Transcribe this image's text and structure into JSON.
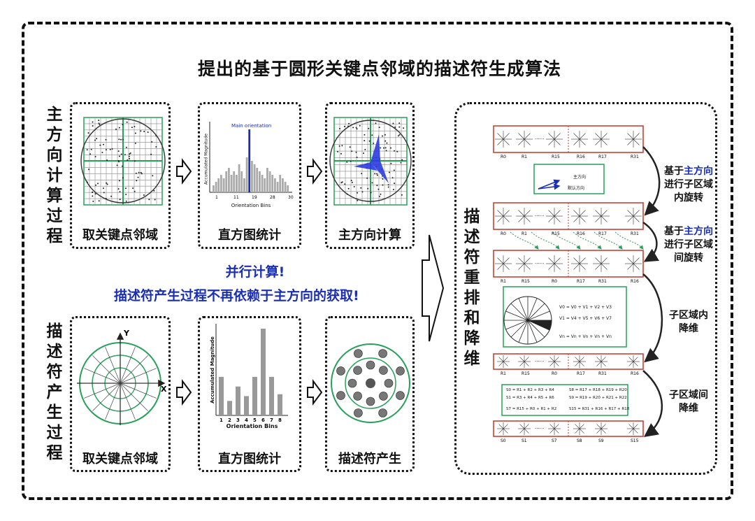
{
  "title": "提出的基于圆形关键点邻域的描述符生成算法",
  "row_top_label": "主方向计算过程",
  "row_bottom_label": "描述符产生过程",
  "top_captions": [
    "取关键点邻域",
    "直方图统计",
    "主方向计算"
  ],
  "bottom_captions": [
    "取关键点邻域",
    "直方图统计",
    "描述符产生"
  ],
  "middle_text_1": "并行计算!",
  "middle_text_2": "描述符产生过程不再依赖于主方向的获取!",
  "right_vertical_label": "描述符重排和降维",
  "right_labels": {
    "l1_prefix": "基于",
    "l1_hl": "主方向",
    "l1_line2": "进行子区域",
    "l1_line3": "内旋转",
    "l2_prefix": "基于",
    "l2_hl": "主方向",
    "l2_line2": "进行子区域",
    "l2_line3": "间旋转",
    "l3_line1": "子区域内",
    "l3_line2": "降维",
    "l4_line1": "子区域间",
    "l4_line2": "降维"
  },
  "hist_top": {
    "main_orientation": "Main orientation",
    "ylabel": "Accumulated Magnitude",
    "xlabel": "Orientation Bins",
    "ticks": [
      "1",
      "11",
      "19",
      "28",
      "30"
    ],
    "values": [
      2,
      3,
      4,
      5,
      4,
      6,
      7,
      5,
      6,
      5,
      8,
      6,
      4,
      10,
      18,
      9,
      8,
      7,
      6,
      5,
      4,
      7,
      6,
      5,
      4,
      3,
      5,
      4,
      3,
      2
    ]
  },
  "hist_bottom": {
    "ylabel": "Accumulated Magnitude",
    "xlabel": "Orientation Bins",
    "categories": [
      "1",
      "2",
      "3",
      "4",
      "5",
      "6",
      "7",
      "8"
    ],
    "values": [
      4,
      1.5,
      3,
      2,
      4,
      9,
      4,
      2.2
    ]
  },
  "direction_box": {
    "main": "主方向",
    "default": "默认方向"
  },
  "row1_labels": [
    "R0",
    "R1",
    "R15",
    "R16",
    "R17",
    "R31"
  ],
  "row2_labels": [
    "R0",
    "R1",
    "R15",
    "R16",
    "R17",
    "R31"
  ],
  "row3_labels": [
    "R1",
    "R15",
    "R0",
    "R17",
    "R31",
    "R16"
  ],
  "row4_labels": [
    "R1",
    "R15",
    "R0",
    "R17",
    "R31",
    "R16"
  ],
  "row5_labels": [
    "S0",
    "S1",
    "S7",
    "S8",
    "S9",
    "S15"
  ],
  "formula_box": {
    "l1": "V0 = V0 + V1 + V2 + V3",
    "l2": "V1 = V4 + V5 + V6 + V7",
    "l3": "Vn = Vn + Vn + Vn + Vn"
  },
  "sum_box": {
    "l1a": "S0 = R1 + R2 + R3 + R4",
    "l2a": "S1 = R3 + R4 + R5 + R6",
    "l3a": "S7 = R15 + R0 + R1 + R2",
    "l1b": "S8 = R17 + R18 + R19 + R20",
    "l2b": "S9 = R19 + R20 + R21 + R22",
    "l3b": "S15 = R31 + R16 + R17 + R18"
  },
  "colors": {
    "accent_blue": "#1a2fb5",
    "red_border": "#c0392b",
    "green": "#27a05a"
  }
}
